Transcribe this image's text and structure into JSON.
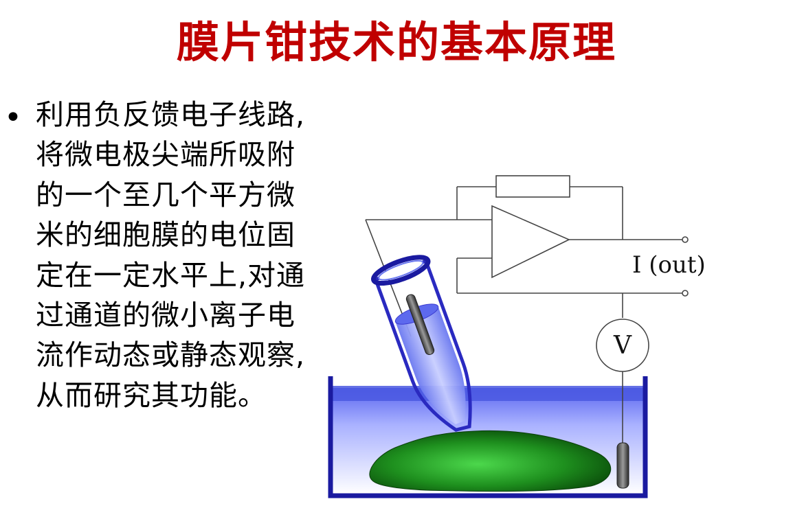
{
  "slide": {
    "title": "膜片钳技术的基本原理",
    "bullet_symbol": "•",
    "body": "利用负反馈电子线路,将微电极尖端所吸附的一个至几个平方微米的细胞膜的电位固定在一定水平上,对通过通道的微小离子电流作动态或静态观察,从而研究其功能。"
  },
  "diagram": {
    "output_label": "I (out)",
    "voltmeter_label": "V"
  },
  "colors": {
    "title": "#c00000",
    "bath_water": "#4f5fe0",
    "container": "#1a1aa0",
    "cell": "#1f9a1f",
    "pipette": "#3a3ad0"
  }
}
